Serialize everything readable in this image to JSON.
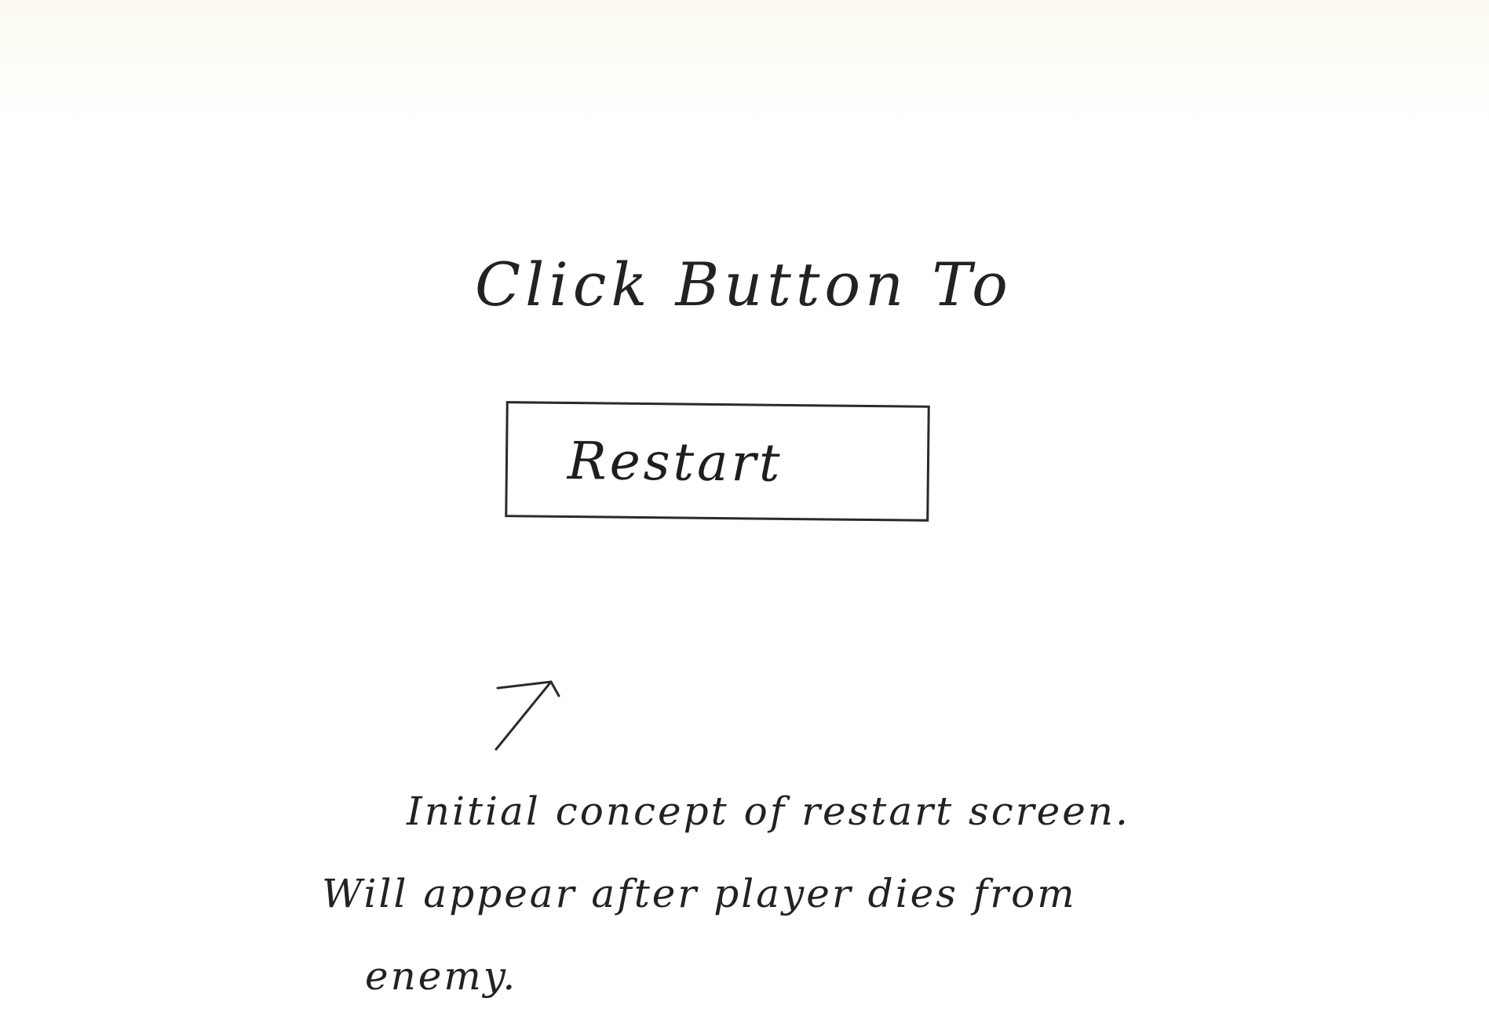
{
  "heading": "Click Button To",
  "button": {
    "label": "Restart"
  },
  "note": {
    "line1": "Initial concept of restart screen.",
    "line2": "Will appear after player dies from",
    "line3": "enemy."
  }
}
